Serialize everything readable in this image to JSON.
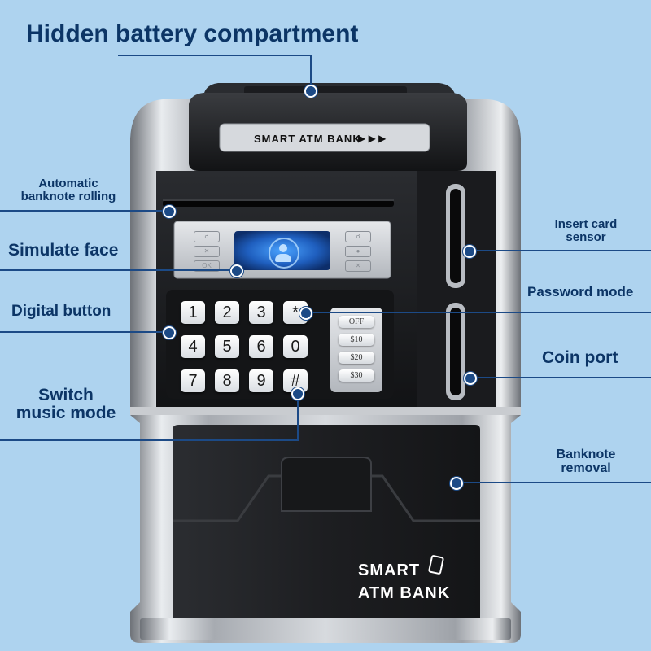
{
  "title": "Hidden battery compartment",
  "labels": {
    "banknote_rolling": [
      "Automatic",
      "banknote rolling"
    ],
    "simulate_face": "Simulate face",
    "digital_button": "Digital button",
    "switch_music": [
      "Switch",
      "music mode"
    ],
    "insert_card": [
      "Insert card",
      "sensor"
    ],
    "password_mode": "Password mode",
    "coin_port": "Coin port",
    "banknote_removal": [
      "Banknote",
      "removal"
    ]
  },
  "product": {
    "brand_top": "SMART ATM BANK",
    "brand_front_line1": "SMART",
    "brand_front_line2": "ATM BANK",
    "keys": [
      "1",
      "2",
      "3",
      "*",
      "4",
      "5",
      "6",
      "0",
      "7",
      "8",
      "9",
      "#"
    ],
    "amounts": [
      "OFF",
      "$10",
      "$20",
      "$30"
    ],
    "panel_buttons": [
      "OK"
    ]
  },
  "colors": {
    "background": "#aed3ef",
    "label_text": "#0c3566",
    "leader_line": "#1c4a86",
    "screen_blue": "#1f5fbf"
  },
  "icons": [
    "face-scan-icon",
    "phone-icon",
    "magnifier-icon",
    "lock-icon",
    "close-icon"
  ]
}
